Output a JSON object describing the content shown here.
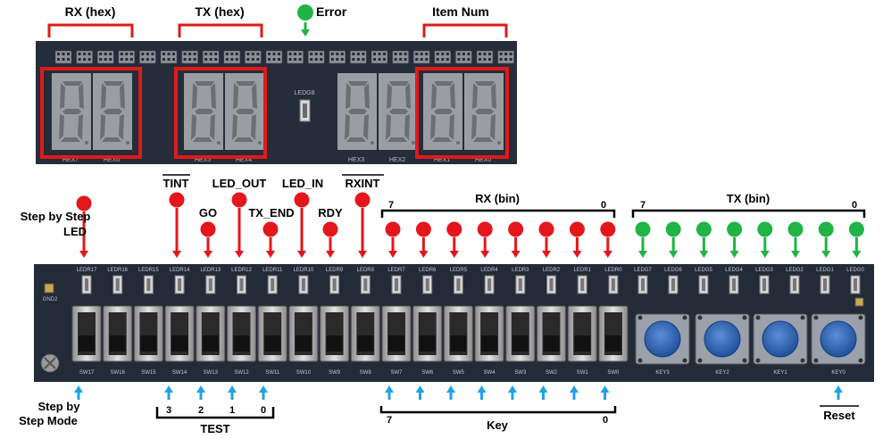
{
  "top_labels": {
    "rx_hex": "RX (hex)",
    "tx_hex": "TX (hex)",
    "error": "Error",
    "item_num": "Item Num"
  },
  "hex_labels": [
    "HEX7",
    "HEX6",
    "HEX5",
    "HEX4",
    "HEX3",
    "HEX2",
    "HEX1",
    "HEX0"
  ],
  "ledg8": "LEDG8",
  "signals": {
    "step_led": [
      "Step by Step",
      "LED"
    ],
    "tint": "TINT",
    "go": "GO",
    "led_out": "LED_OUT",
    "tx_end": "TX_END",
    "led_in": "LED_IN",
    "rdy": "RDY",
    "rxint": "RXINT",
    "rx_bin": "RX (bin)",
    "tx_bin": "TX (bin)",
    "bit_hi": "7",
    "bit_lo": "0"
  },
  "ledr_labels": [
    "LEDR17",
    "LEDR16",
    "LEDR15",
    "LEDR14",
    "LEDR13",
    "LEDR12",
    "LEDR11",
    "LEDR10",
    "LEDR9",
    "LEDR8",
    "LEDR7",
    "LEDR6",
    "LEDR5",
    "LEDR4",
    "LEDR3",
    "LEDR2",
    "LEDR1",
    "LEDR0"
  ],
  "ledg_labels": [
    "LEDG7",
    "LEDG6",
    "LEDG5",
    "LEDG4",
    "LEDG3",
    "LEDG2",
    "LEDG1",
    "LEDG0"
  ],
  "sw_labels": [
    "SW17",
    "SW16",
    "SW15",
    "SW14",
    "SW13",
    "SW12",
    "SW11",
    "SW10",
    "SW9",
    "SW8",
    "SW7",
    "SW6",
    "SW5",
    "SW4",
    "SW3",
    "SW2",
    "SW1",
    "SW0"
  ],
  "key_labels": [
    "KEY3",
    "KEY2",
    "KEY1",
    "KEY0"
  ],
  "gnd": "GND2",
  "bottom": {
    "step_mode": [
      "Step by",
      "Step Mode"
    ],
    "test_bits": [
      "3",
      "2",
      "1",
      "0"
    ],
    "test": "TEST",
    "key": "Key",
    "reset": "Reset"
  },
  "colors": {
    "red_dot": "#e4161c",
    "green_dot": "#1fb445",
    "blue_arrow": "#1fa3e6",
    "frame_red": "#e01a1a",
    "board": "#232a38",
    "key_blue": "#2b64b8"
  }
}
